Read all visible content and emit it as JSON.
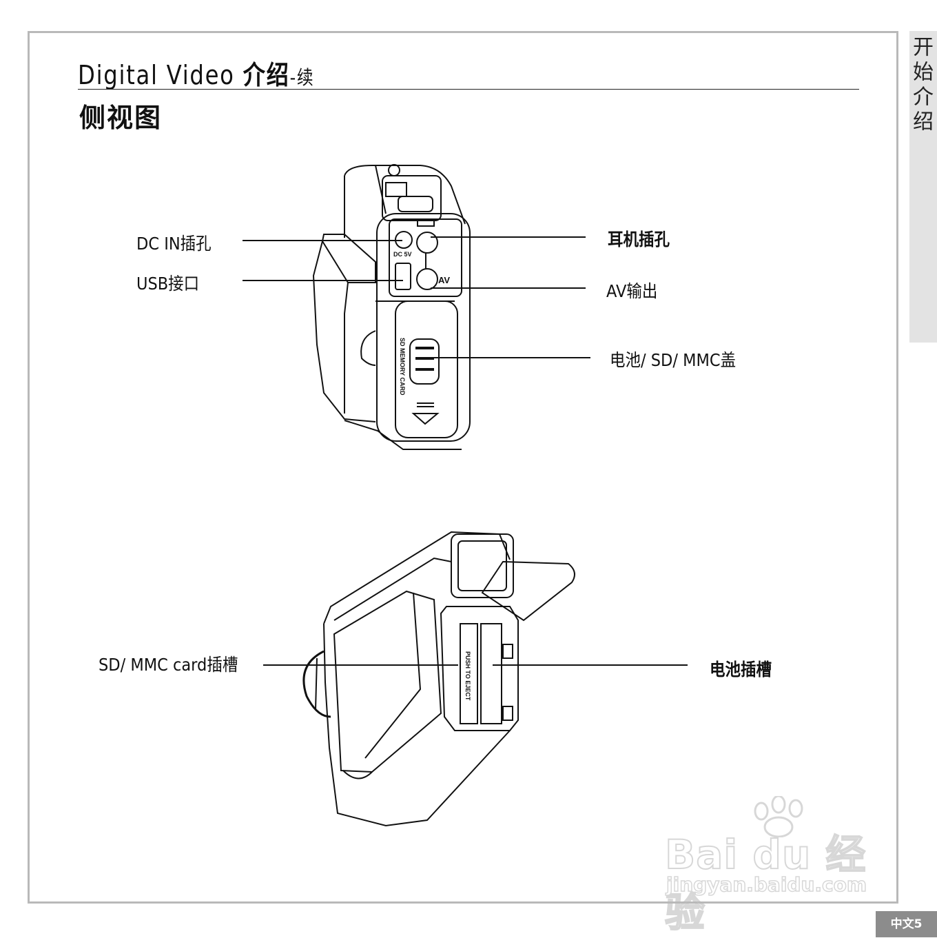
{
  "side_tab": "开始介绍",
  "header": {
    "title_latin": "Digital Video ",
    "title_cjk": "介绍",
    "title_suffix": "-续"
  },
  "section_title": "侧视图",
  "labels": {
    "dc_in": "DC IN插孔",
    "usb": "USB接口",
    "earphone": "耳机插孔",
    "av_out": "AV输出",
    "battery_cover": "电池/ SD/ MMC盖",
    "sd_slot": "SD/ MMC card插槽",
    "battery_slot": "电池插槽"
  },
  "device_print": {
    "dc": "DC 5V",
    "av": "AV",
    "card": "SD MEMORY CARD",
    "eject": "PUSH TO EJECT"
  },
  "footer": {
    "page": "中文5"
  },
  "watermark": {
    "brand": "Bai du 经验",
    "url": "jingyan.baidu.com"
  }
}
